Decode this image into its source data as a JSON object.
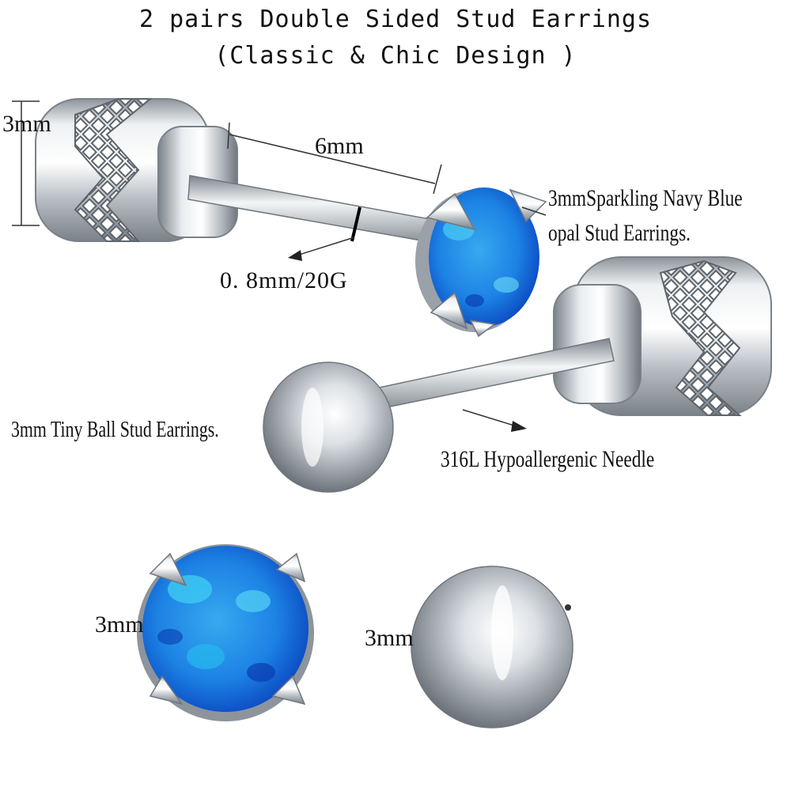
{
  "title": {
    "line1": "2 pairs Double Sided Stud Earrings",
    "line2": "(Classic & Chic Design )"
  },
  "labels": {
    "back_height": "3mm",
    "bar_length": "6mm",
    "gauge": "0. 8mm/20G",
    "opal_name": "3mmSparkling Navy Blue",
    "opal_name_2": "opal Stud Earrings.",
    "ball_name": "3mm Tiny Ball Stud Earrings.",
    "needle": "316L Hypoallergenic Needle",
    "opal_size": "3mm",
    "ball_size": "3mm"
  },
  "colors": {
    "background": "#ffffff",
    "steel": "#c9ced3",
    "steel_dark": "#7f868d",
    "opal_blue": "#1e8fe6",
    "opal_light": "#35c9f3",
    "opal_dark": "#0d4ec9",
    "text": "#111111"
  }
}
